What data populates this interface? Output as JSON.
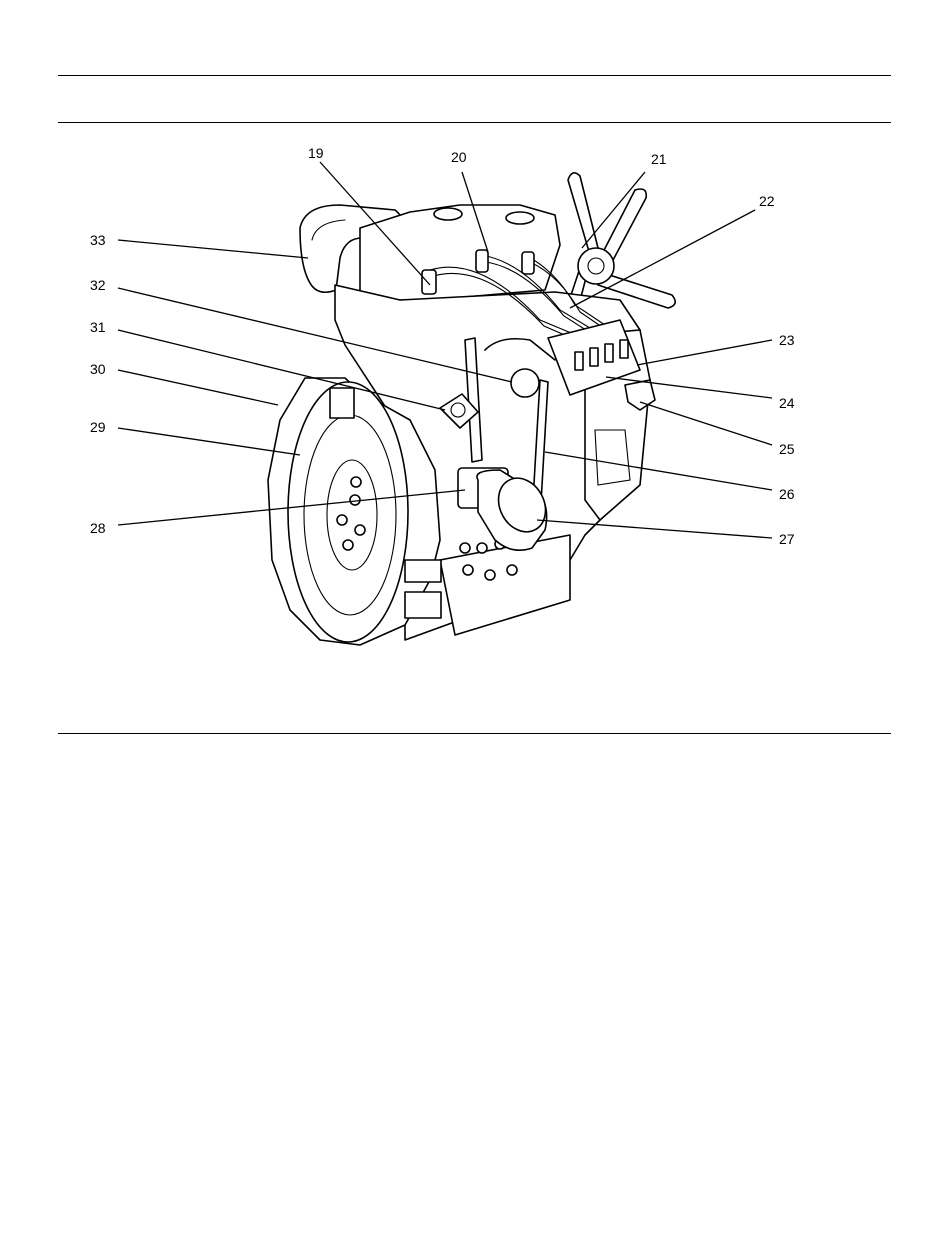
{
  "callouts": [
    {
      "id": "19",
      "label": "19"
    },
    {
      "id": "20",
      "label": "20"
    },
    {
      "id": "21",
      "label": "21"
    },
    {
      "id": "22",
      "label": "22"
    },
    {
      "id": "23",
      "label": "23"
    },
    {
      "id": "24",
      "label": "24"
    },
    {
      "id": "25",
      "label": "25"
    },
    {
      "id": "26",
      "label": "26"
    },
    {
      "id": "27",
      "label": "27"
    },
    {
      "id": "28",
      "label": "28"
    },
    {
      "id": "29",
      "label": "29"
    },
    {
      "id": "30",
      "label": "30"
    },
    {
      "id": "31",
      "label": "31"
    },
    {
      "id": "32",
      "label": "32"
    },
    {
      "id": "33",
      "label": "33"
    }
  ]
}
